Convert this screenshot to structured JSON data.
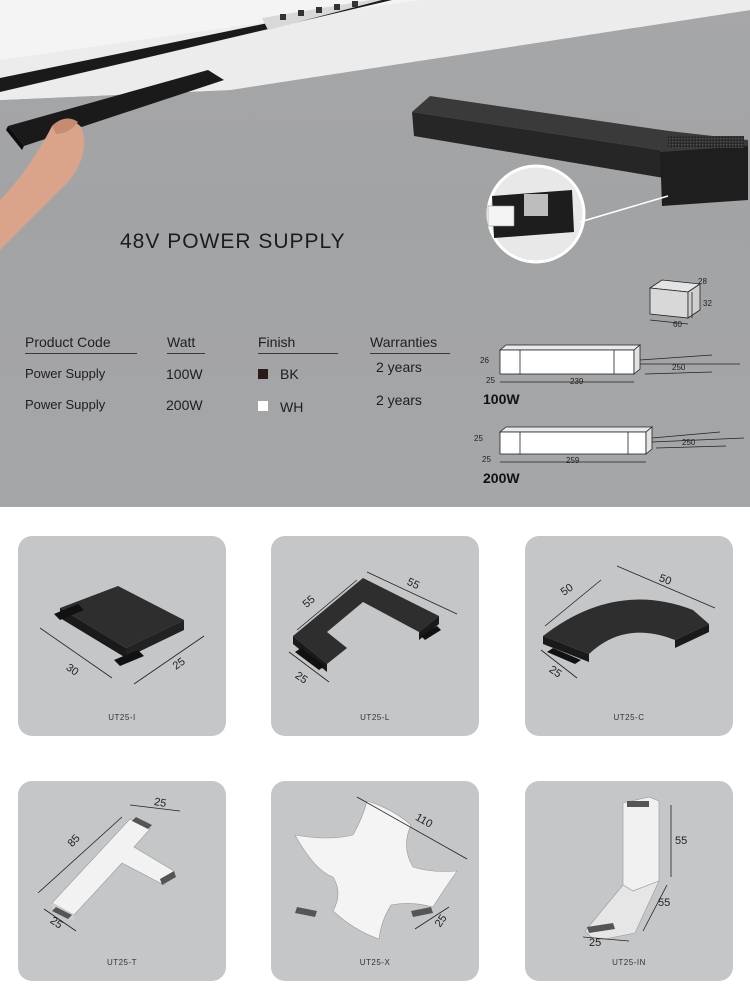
{
  "hero": {
    "title": "48V POWER SUPPLY",
    "table": {
      "headers": {
        "code": "Product Code",
        "watt": "Watt",
        "finish": "Finish",
        "warranty": "Warranties"
      },
      "rows": [
        {
          "code": "Power Supply",
          "watt": "100W",
          "finish": "BK",
          "finish_color": "#2a1a1a",
          "warranty": "2 years"
        },
        {
          "code": "Power Supply",
          "watt": "200W",
          "finish": "WH",
          "finish_color": "#ffffff",
          "warranty": "2 years"
        }
      ]
    },
    "drawings": {
      "end_cap": {
        "d1": "28",
        "d2": "32",
        "d3": "60"
      },
      "psu_100": {
        "label": "100W",
        "h": "26",
        "w": "25",
        "len": "239",
        "cable": "250"
      },
      "psu_200": {
        "label": "200W",
        "h": "25",
        "w": "25",
        "len": "259",
        "cable": "250"
      }
    }
  },
  "cards": [
    {
      "label": "UT25-I",
      "dims": [
        "30",
        "25"
      ]
    },
    {
      "label": "UT25-L",
      "dims": [
        "55",
        "55",
        "25"
      ]
    },
    {
      "label": "UT25-C",
      "dims": [
        "50",
        "50",
        "25"
      ]
    },
    {
      "label": "UT25-T",
      "dims": [
        "25",
        "85",
        "25"
      ]
    },
    {
      "label": "UT25-X",
      "dims": [
        "110",
        "25"
      ]
    },
    {
      "label": "UT25-IN",
      "dims": [
        "55",
        "55",
        "25"
      ]
    }
  ]
}
